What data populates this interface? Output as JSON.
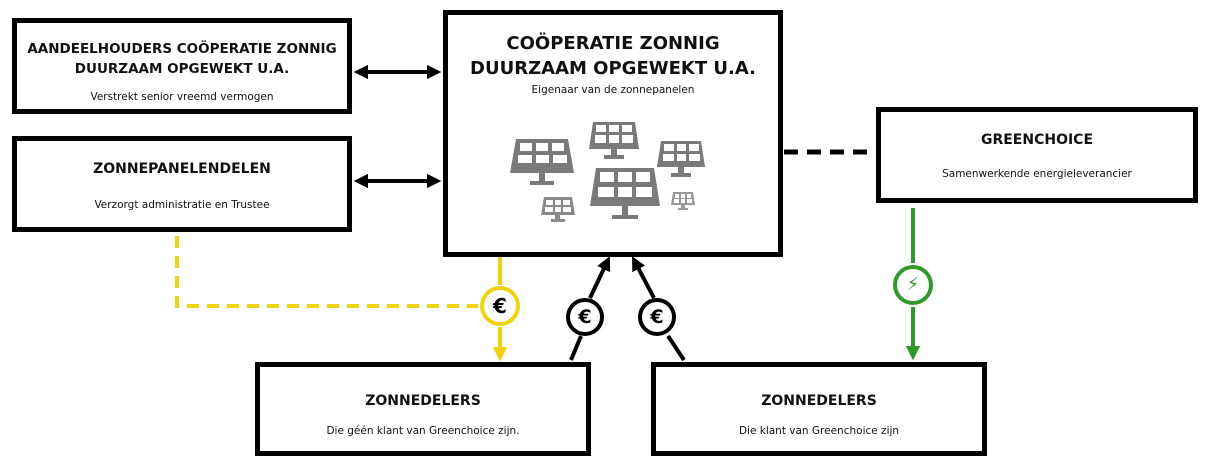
{
  "boxes": {
    "shareholders": {
      "title_line1": "AANDEELHOUDERS COÖPERATIE ZONNIG",
      "title_line2": "DUURZAAM OPGEWEKT U.A.",
      "subtitle": "Verstrekt senior vreemd vermogen"
    },
    "zonnepanelendelen": {
      "title": "ZONNEPANELENDELEN",
      "subtitle": "Verzorgt administratie en Trustee"
    },
    "cooperatie": {
      "title_line1": "COÖPERATIE ZONNIG",
      "title_line2": "DUURZAAM OPGEWEKT U.A.",
      "subtitle": "Eigenaar van de zonnepanelen"
    },
    "greenchoice": {
      "title": "GREENCHOICE",
      "subtitle": "Samenwerkende energieleverancier"
    },
    "zonnedelers_non_klant": {
      "title": "ZONNEDELERS",
      "subtitle": "Die géén klant van Greenchoice zijn."
    },
    "zonnedelers_klant": {
      "title": "ZONNEDELERS",
      "subtitle": "Die klant van Greenchoice zijn"
    }
  },
  "symbols": {
    "euro": "€",
    "power": "⚡"
  },
  "colors": {
    "black": "#000000",
    "yellow": "#f2d30a",
    "green": "#2f9a2a",
    "panel": "#7a7a7a"
  },
  "icons": [
    "solar-panel-icon",
    "euro-icon",
    "power-icon"
  ]
}
